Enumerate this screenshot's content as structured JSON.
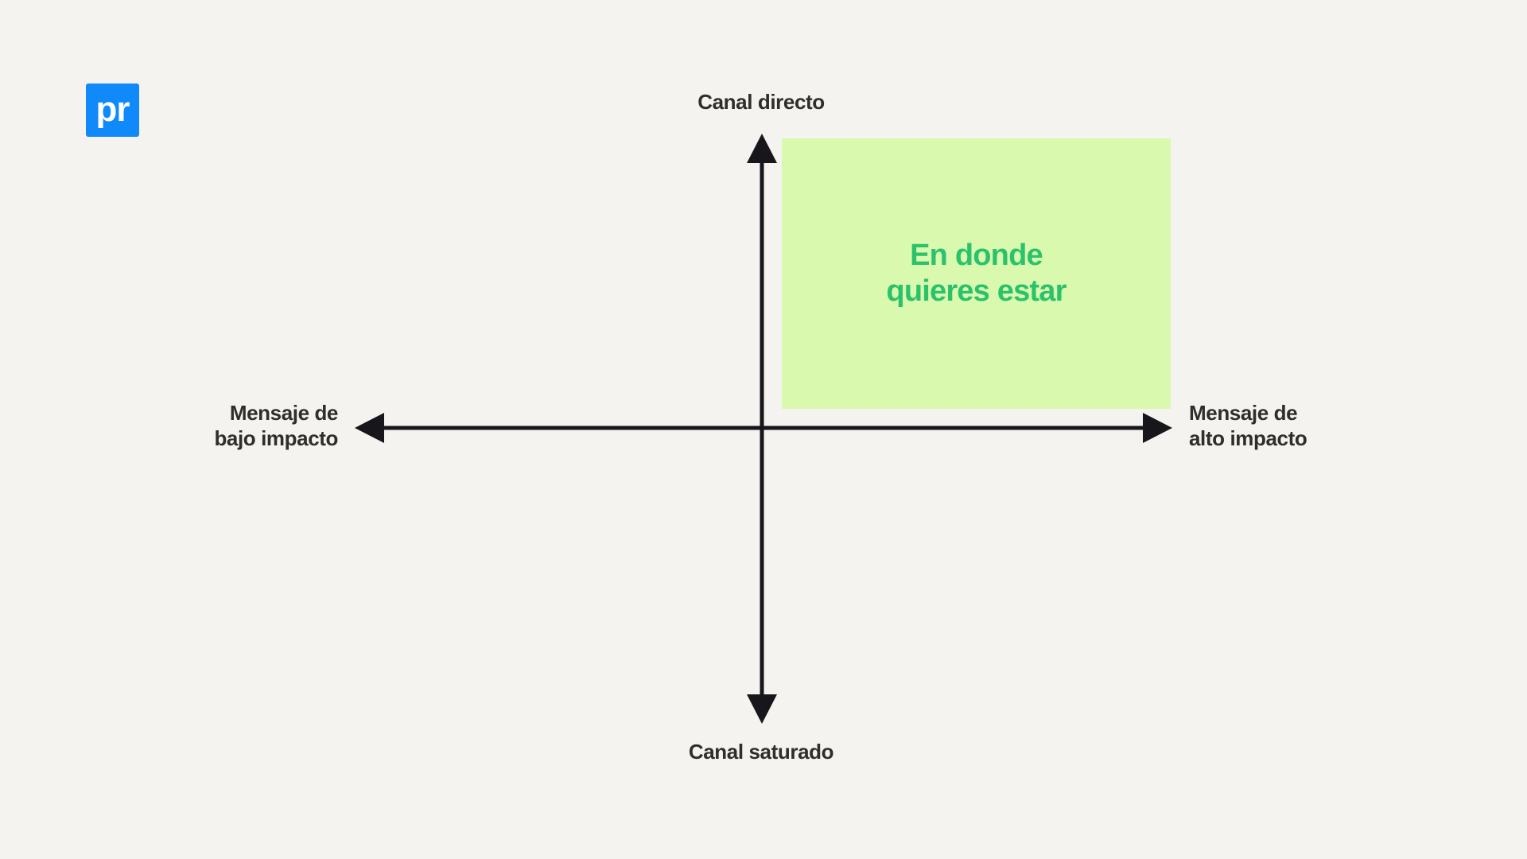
{
  "page": {
    "background_color": "#f5f3ef",
    "text_color": "#2f2e2b"
  },
  "logo": {
    "mark": "pr",
    "background_color": "#1089fb",
    "text_color": "#ffffff"
  },
  "chart_data": {
    "type": "scatter",
    "title": "",
    "subtitle": "",
    "xlabel": "",
    "ylabel": "",
    "grid": false,
    "legend": "none",
    "axes": {
      "vertical": {
        "top_label": "Canal directo",
        "bottom_label": "Canal saturado"
      },
      "horizontal": {
        "left_label": "Mensaje de\nbajo impacto",
        "right_label": "Mensaje de\nalto impacto"
      }
    },
    "regions": [
      {
        "name": "target-quadrant",
        "label": "En donde\nquieres estar",
        "quadrant": "top-right",
        "fill_color": "#d9f9ae",
        "text_color": "#2bc26b",
        "x_range": [
          0.1,
          1.0
        ],
        "y_range": [
          0.18,
          1.0
        ]
      }
    ],
    "annotations": [
      "Canal directo",
      "Canal saturado",
      "Mensaje de bajo impacto",
      "Mensaje de alto impacto",
      "En donde quieres estar"
    ]
  }
}
